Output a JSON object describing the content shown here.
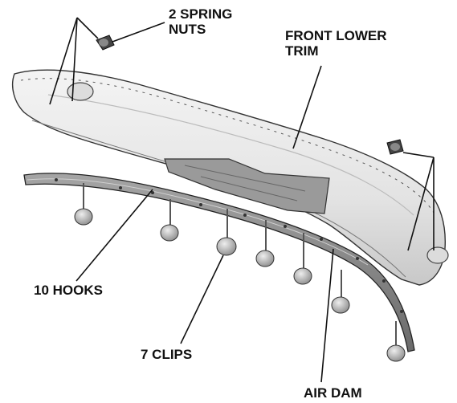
{
  "labels": {
    "spring_nuts": {
      "line1": "2 SPRING",
      "line2": "NUTS"
    },
    "front_lower_trim": {
      "line1": "FRONT LOWER",
      "line2": "TRIM"
    },
    "hooks": "10 HOOKS",
    "clips": "7 CLIPS",
    "air_dam": "AIR DAM"
  },
  "colors": {
    "ink": "#111111",
    "bumper_fill": "#e6e6e6",
    "bumper_shadow": "#c9c9c9",
    "air_dam_fill": "#8a8a8a",
    "clip_fill": "#b5b5b5"
  }
}
